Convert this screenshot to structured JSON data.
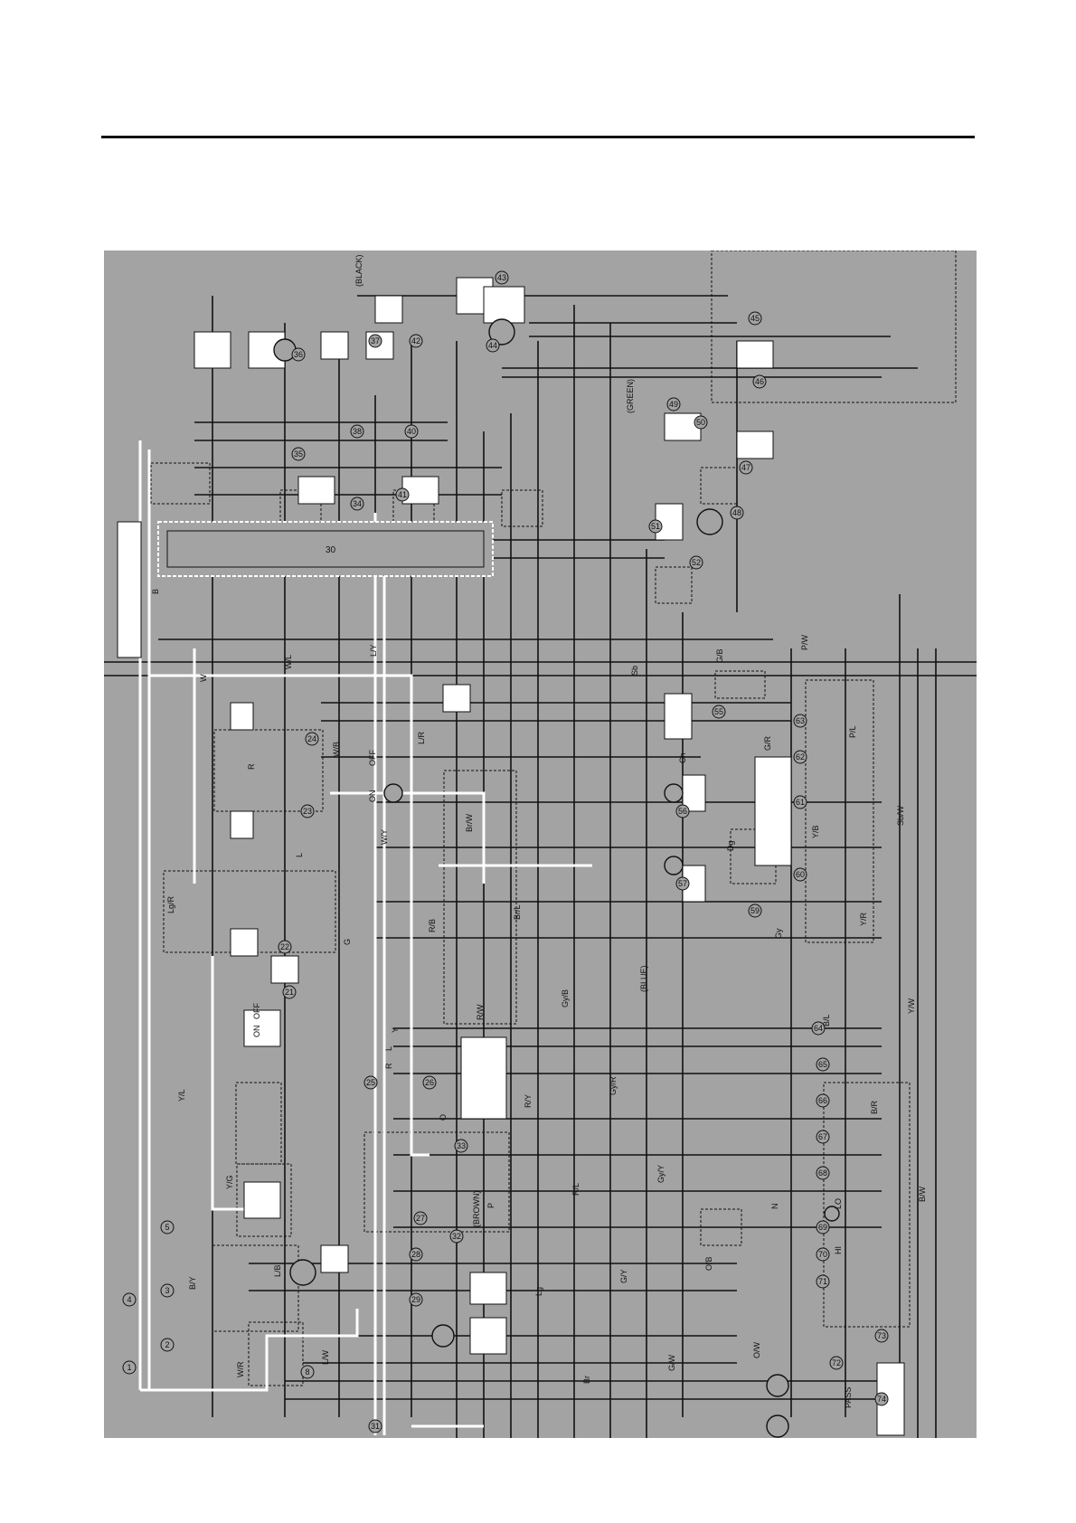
{
  "diagram": {
    "title": "",
    "ecu_number": "30",
    "component_numbers": [
      "1",
      "2",
      "3",
      "4",
      "5",
      "8",
      "21",
      "22",
      "23",
      "24",
      "25",
      "26",
      "27",
      "28",
      "29",
      "31",
      "32",
      "33",
      "34",
      "35",
      "36",
      "37",
      "38",
      "40",
      "41",
      "42",
      "43",
      "44",
      "45",
      "46",
      "47",
      "48",
      "49",
      "50",
      "51",
      "52",
      "55",
      "56",
      "57",
      "59",
      "60",
      "61",
      "62",
      "63",
      "64",
      "65",
      "66",
      "67",
      "68",
      "69",
      "70",
      "71",
      "72",
      "73",
      "74"
    ],
    "ignition_switch": {
      "positions": [
        "OFF",
        "ON"
      ]
    },
    "connector_colors": [
      "(BLACK)",
      "(GREEN)",
      "(BLUE)",
      "(BROWN)"
    ],
    "wire_codes": [
      "B",
      "W",
      "R",
      "L",
      "G",
      "Y",
      "O",
      "P",
      "Lg",
      "Br",
      "Sb",
      "Ch",
      "Dg",
      "Gy",
      "B/L",
      "B/R",
      "B/W",
      "B/Y",
      "W/R",
      "W/L",
      "W/B",
      "W/Y",
      "R/B",
      "R/W",
      "R/Y",
      "R/L",
      "G/Y",
      "G/W",
      "G/B",
      "G/R",
      "Y/B",
      "Y/R",
      "Y/W",
      "Y/L",
      "Y/G",
      "L/B",
      "L/W",
      "L/Y",
      "L/R",
      "Br/W",
      "Br/L",
      "Gy/B",
      "Gy/R",
      "Gy/Y",
      "O/B",
      "O/W",
      "P/W",
      "P/L",
      "Sb/W",
      "Lg/R"
    ],
    "switch_labels": [
      "PASS",
      "OFF",
      "ON",
      "HI",
      "LO",
      "N",
      "L",
      "R"
    ],
    "colors": {
      "panel": "#a3a3a3",
      "wire": "#111111",
      "highlight": "#ffffff",
      "box_border": "#111111"
    }
  }
}
